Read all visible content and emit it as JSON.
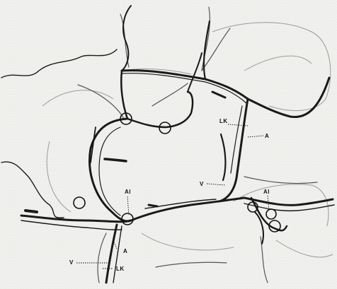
{
  "labels": {
    "LK": "LK",
    "A": "A",
    "V": "V",
    "Al": "Al"
  },
  "colors": {
    "background": "#f1f1ef",
    "vessel": "#1a1a1a",
    "thin_vessel": "#555555",
    "outline": "#9a9a9a",
    "circle": "#111111"
  }
}
